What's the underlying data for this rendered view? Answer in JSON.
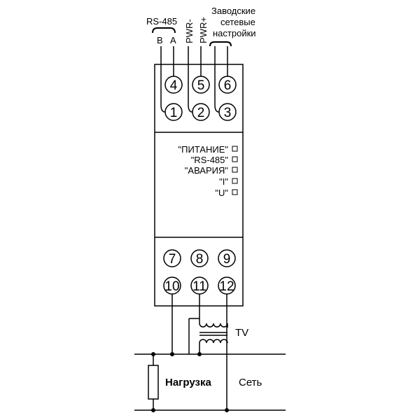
{
  "labels": {
    "rs485": "RS-485",
    "b": "B",
    "a": "A",
    "pwr_minus": "PWR-",
    "pwr_plus": "PWR+",
    "factory_line1": "Заводские",
    "factory_line2": "сетевые",
    "factory_line3": "настройки",
    "tv": "TV",
    "load": "Нагрузка",
    "network": "Сеть"
  },
  "terminals": {
    "t1": "1",
    "t2": "2",
    "t3": "3",
    "t4": "4",
    "t5": "5",
    "t6": "6",
    "t7": "7",
    "t8": "8",
    "t9": "9",
    "t10": "10",
    "t11": "11",
    "t12": "12"
  },
  "indicators": [
    "\"ПИТАНИЕ\"",
    "\"RS-485\"",
    "\"АВАРИЯ\"",
    "\"I\"",
    "\"U\""
  ]
}
